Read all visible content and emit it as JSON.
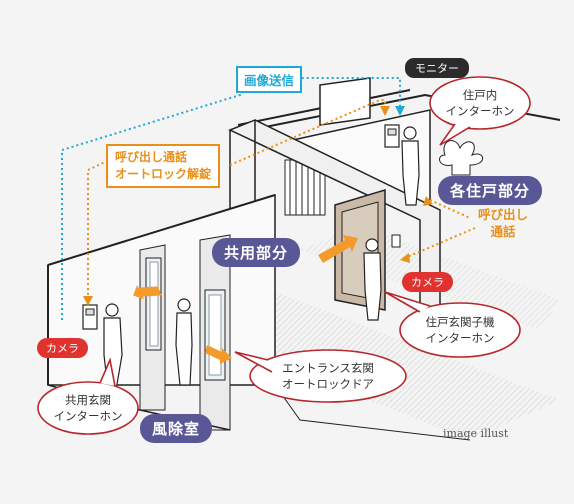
{
  "labels": {
    "image_send": "画像送信",
    "monitor": "モニター",
    "call_unlock_1": "呼び出し通話",
    "call_unlock_2": "オートロック解錠",
    "unit_intercom_1": "住戸内",
    "unit_intercom_2": "インターホン",
    "each_unit": "各住戸部分",
    "call_talk_1": "呼び出し",
    "call_talk_2": "通話",
    "common_area": "共用部分",
    "camera_right": "カメラ",
    "camera_left": "カメラ",
    "door_intercom_1": "住戸玄関子機",
    "door_intercom_2": "インターホン",
    "entrance_1": "エントランス玄関",
    "entrance_2": "オートロックドア",
    "common_intercom_1": "共用玄関",
    "common_intercom_2": "インターホン",
    "windbreak_room": "風除室",
    "caption": "image illust"
  },
  "colors": {
    "signal_cyan": "#1fa9d6",
    "signal_orange": "#e8901a",
    "label_purple": "#5a5796",
    "camera_red": "#e03330",
    "bubble_red": "#b5272c"
  }
}
